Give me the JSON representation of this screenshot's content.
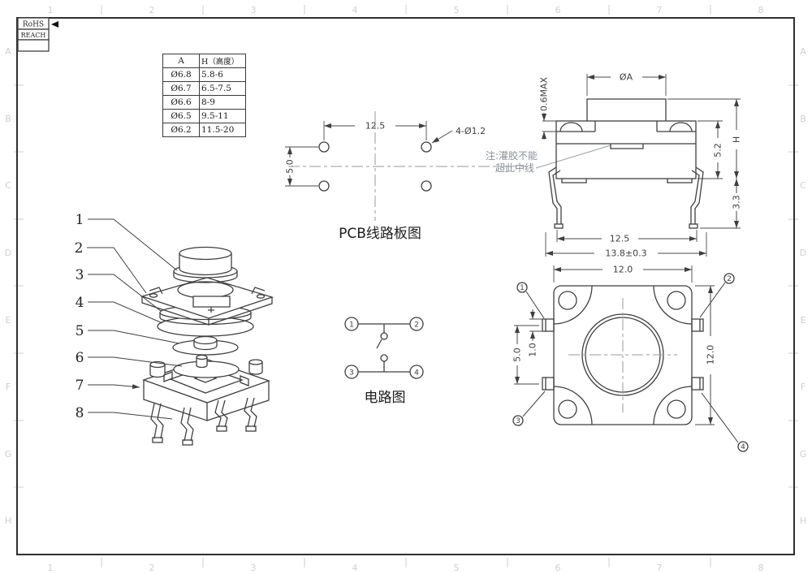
{
  "certifications": {
    "rohs": "RoHS",
    "reach": "REACH"
  },
  "spec_table": {
    "headers": [
      "A",
      "H（高度）"
    ],
    "rows": [
      [
        "Ø6.8",
        "5.8-6"
      ],
      [
        "Ø6.7",
        "6.5-7.5"
      ],
      [
        "Ø6.6",
        "8-9"
      ],
      [
        "Ø6.5",
        "9.5-11"
      ],
      [
        "Ø6.2",
        "11.5-20"
      ]
    ]
  },
  "pcb_view": {
    "caption": "PCB线路板图",
    "dim_pitch_x": "12.5",
    "dim_pitch_y": "5.0",
    "hole_callout": "4-Ø1.2"
  },
  "glue_note": {
    "line1": "注:灌胶不能",
    "line2": "超此中线"
  },
  "front_view": {
    "dim_cap_dia": "ØA",
    "dim_flange": "0.6MAX",
    "dim_body": "5.2",
    "dim_height": "H",
    "dim_leg": "3.3",
    "dim_pitch": "12.5",
    "dim_overall": "13.8±0.3"
  },
  "top_view": {
    "dim_width": "12.0",
    "dim_height": "12.0",
    "dim_pin_pitch": "5.0",
    "dim_pin_width": "1.0",
    "pins": [
      "1",
      "2",
      "3",
      "4"
    ]
  },
  "circuit_view": {
    "caption": "电路图",
    "terminals": [
      "1",
      "2",
      "3",
      "4"
    ]
  },
  "exploded_view": {
    "parts": [
      "1",
      "2",
      "3",
      "4",
      "5",
      "6",
      "7",
      "8"
    ]
  },
  "grid": {
    "cols": [
      "1",
      "2",
      "3",
      "4",
      "5",
      "6",
      "7",
      "8"
    ],
    "rows": [
      "A",
      "B",
      "C",
      "D",
      "E",
      "F",
      "G",
      "H"
    ]
  },
  "colors": {
    "line": "#3f3f3f",
    "note": "#8a8f99",
    "grid_label": "#cfcfcf"
  }
}
